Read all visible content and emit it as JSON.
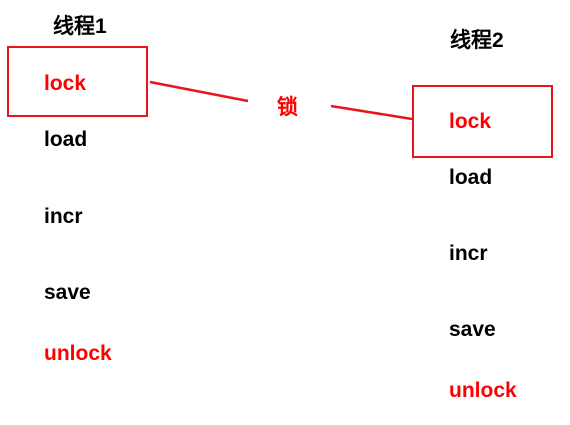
{
  "colors": {
    "lock_red": "#ff0000",
    "box_red": "#e8151b",
    "text": "#000000",
    "background": "#ffffff"
  },
  "lock_label": "锁",
  "thread1": {
    "title": "线程1",
    "steps": [
      "lock",
      "load",
      "incr",
      "save",
      "unlock"
    ]
  },
  "thread2": {
    "title": "线程2",
    "steps": [
      "lock",
      "load",
      "incr",
      "save",
      "unlock"
    ]
  }
}
